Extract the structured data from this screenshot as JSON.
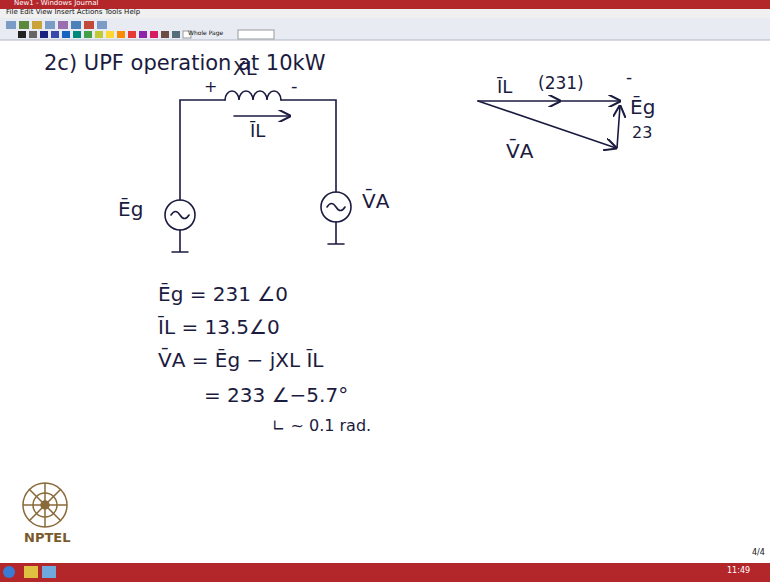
{
  "diagram": {
    "title": "2c) UPF operation at 10kW",
    "labels": [
      "New1 - Windows Journal",
      "File Edit View Insert Actions Tools Help",
      "Whole Page",
      "+",
      "XL",
      "-",
      "ĪL",
      "Ēg",
      "V̄A",
      "ĪL",
      "(231)",
      "-",
      "Ēg",
      "23",
      "V̄A",
      "Ēg = 231 ∠0",
      "ĪL = 13.5∠0",
      "V̄A = Ēg − jXL ĪL",
      "= 233 ∠−5.7°",
      "∟ ~ 0.1 rad.",
      "NPTEL",
      "4/4",
      "11:49"
    ]
  }
}
